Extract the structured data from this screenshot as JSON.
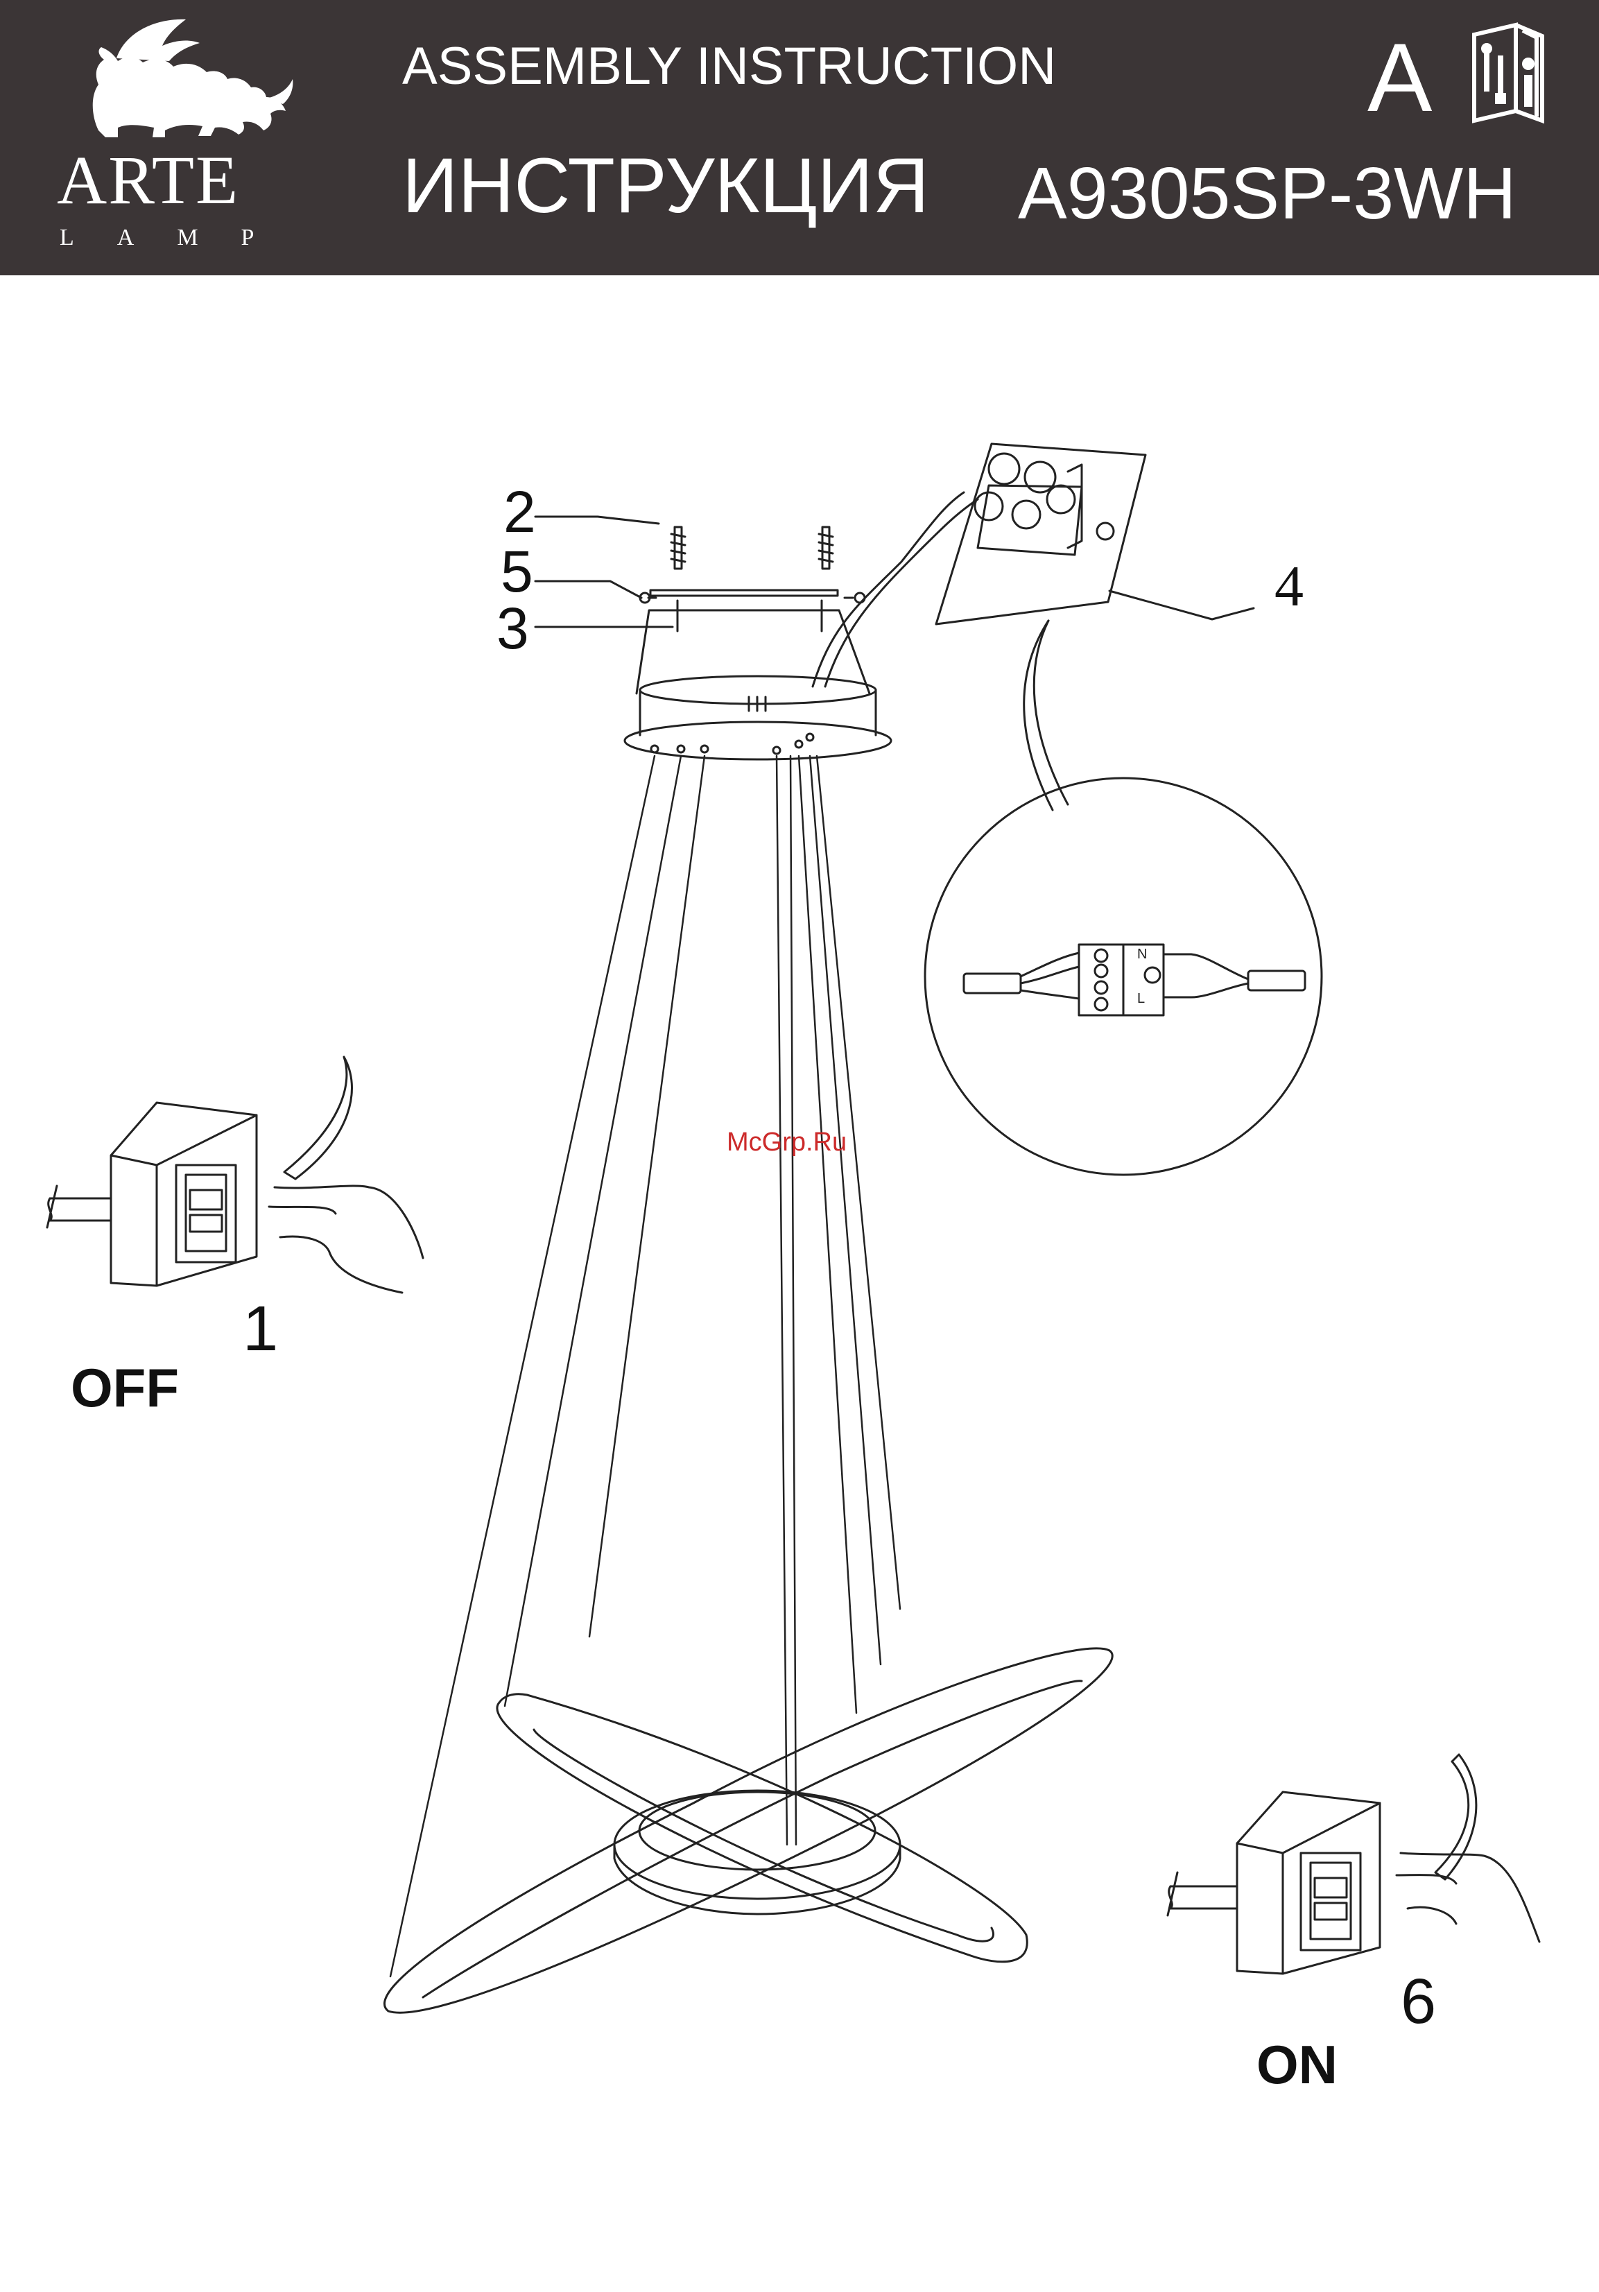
{
  "header": {
    "brand": "ARTE",
    "brand_sub": "LAMP",
    "title_en": "ASSEMBLY  INSTRUCTION",
    "title_ru": "ИНСТРУКЦИЯ",
    "model": "A9305SP-3WH",
    "section_letter": "A",
    "info_icon": "manual-tools-info-icon",
    "colors": {
      "header_bg": "#3b3536",
      "header_text": "#ffffff"
    }
  },
  "callouts": {
    "c2": "2",
    "c5": "5",
    "c3": "3",
    "c4": "4"
  },
  "steps": {
    "step1": "1",
    "step1_state": "OFF",
    "step6": "6",
    "step6_state": "ON"
  },
  "watermark": "McGrp.Ru",
  "connector_labels": {
    "n": "N",
    "l": "L"
  }
}
